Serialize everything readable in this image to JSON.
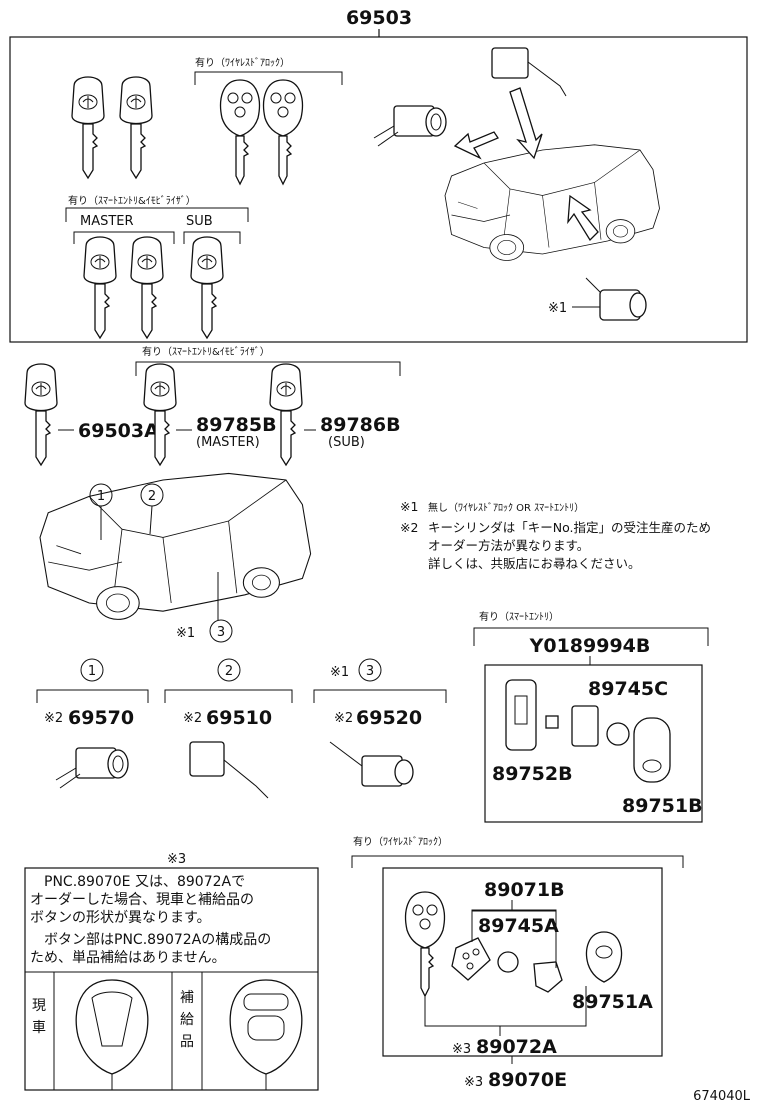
{
  "main_part": "69503",
  "box1": {
    "wireless_label": "有り（ﾜｲﾔﾚｽﾄﾞｱﾛｯｸ）",
    "smart_label": "有り（ｽﾏｰﾄｴﾝﾄﾘ&ｲﾓﾋﾞﾗｲｻﾞ）",
    "master_label": "MASTER",
    "sub_label": "SUB",
    "note_ref": "※1"
  },
  "keys_row": {
    "smart_label": "有り（ｽﾏｰﾄｴﾝﾄﾘ&ｲﾓﾋﾞﾗｲｻﾞ）",
    "key1": "69503A",
    "key2": "89785B",
    "key2_sub": "(MASTER)",
    "key3": "89786B",
    "key3_sub": "(SUB)"
  },
  "car_callouts": {
    "c1": "①",
    "c2": "②",
    "c3": "③",
    "c3_prefix": "※1"
  },
  "notes": {
    "n1_mark": "※1",
    "n1_text": "無し（ﾜｲﾔﾚｽﾄﾞｱﾛｯｸ OR ｽﾏｰﾄｴﾝﾄﾘ）",
    "n2_mark": "※2",
    "n2_line1": "キーシリンダは「キーNo.指定」の受注生産のため",
    "n2_line2": "オーダー方法が異なります。",
    "n2_line3": "詳しくは、共販店にお尋ねください。"
  },
  "cylinders": [
    {
      "callout": "①",
      "prefix": "※2",
      "part": "69570"
    },
    {
      "callout": "②",
      "prefix": "※2",
      "part": "69510"
    },
    {
      "callout": "③",
      "callout_prefix": "※1",
      "prefix": "※2",
      "part": "69520"
    }
  ],
  "smart_box": {
    "label": "有り（ｽﾏｰﾄｴﾝﾄﾘ）",
    "part": "Y0189994B",
    "p1": "89745C",
    "p2": "89752B",
    "p3": "89751B"
  },
  "note3": {
    "mark": "※3",
    "line1": "PNC.89070E 又は、89072Aで",
    "line2": "オーダーした場合、現車と補給品の",
    "line3": "ボタンの形状が異なります。",
    "line4": "ボタン部はPNC.89072Aの構成品の",
    "line5": "ため、単品補給はありません。",
    "current_label": "現車",
    "supply_label": "補給品"
  },
  "wireless_box": {
    "label": "有り（ﾜｲﾔﾚｽﾄﾞｱﾛｯｸ）",
    "p1": "89071B",
    "p2": "89745A",
    "p3": "89751A",
    "p4_prefix": "※3",
    "p4": "89072A",
    "p5_prefix": "※3",
    "p5": "89070E"
  },
  "diagram_id": "674040L"
}
